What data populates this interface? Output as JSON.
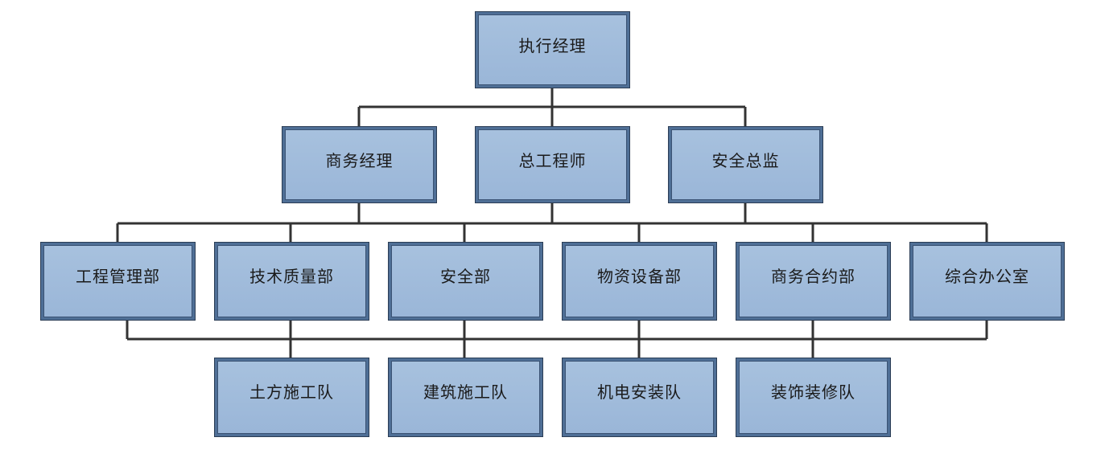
{
  "colors": {
    "box_fill": "#9fbadb",
    "box_border": "#2b3d55",
    "connector": "#333333"
  },
  "org_chart": {
    "top": {
      "label": "执行经理"
    },
    "level2": [
      {
        "label": "商务经理"
      },
      {
        "label": "总工程师"
      },
      {
        "label": "安全总监"
      }
    ],
    "departments": [
      {
        "label": "工程管理部"
      },
      {
        "label": "技术质量部"
      },
      {
        "label": "安全部"
      },
      {
        "label": "物资设备部"
      },
      {
        "label": "商务合约部"
      },
      {
        "label": "综合办公室"
      }
    ],
    "teams": [
      {
        "label": "土方施工队"
      },
      {
        "label": "建筑施工队"
      },
      {
        "label": "机电安装队"
      },
      {
        "label": "装饰装修队"
      }
    ]
  }
}
